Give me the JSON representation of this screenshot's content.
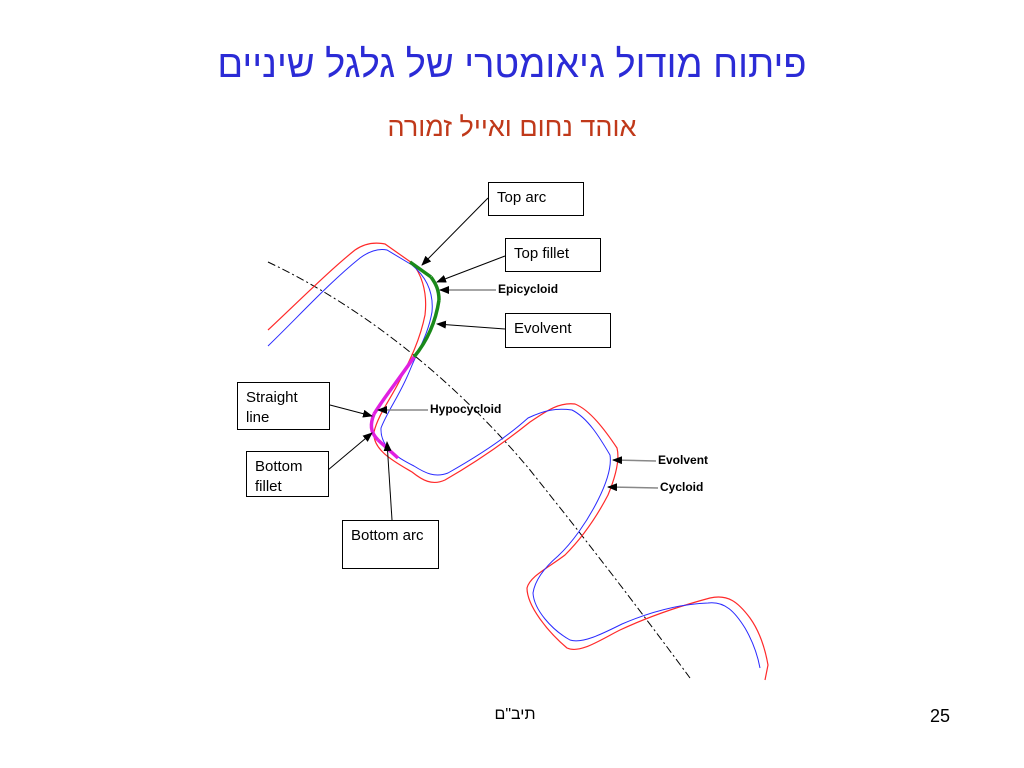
{
  "slide": {
    "title": "פיתוח מודול גיאומטרי של גלגל שיניים",
    "subtitle": "אוהד נחום ואייל זמורה",
    "footer_text": "תיב\"ם",
    "page_number": "25"
  },
  "diagram": {
    "callout_boxes": {
      "top_arc": "Top arc",
      "top_fillet": "Top fillet",
      "evolvent": "Evolvent",
      "straight_line": "Straight line",
      "bottom_fillet": "Bottom fillet",
      "bottom_arc": "Bottom arc"
    },
    "curve_tags": {
      "epicycloid": "Epicycloid",
      "hypocycloid": "Hypocycloid",
      "evolvent": "Evolvent",
      "cycloid": "Cycloid"
    },
    "colors": {
      "title": "#2b2bd6",
      "subtitle": "#c0391a",
      "cycloid_profile": "#ff2a2a",
      "evolvent_profile": "#2a2aff",
      "top_segments": "#1a8a1a",
      "bottom_segments": "#e020e0",
      "pitch_circle": "#000000"
    }
  }
}
